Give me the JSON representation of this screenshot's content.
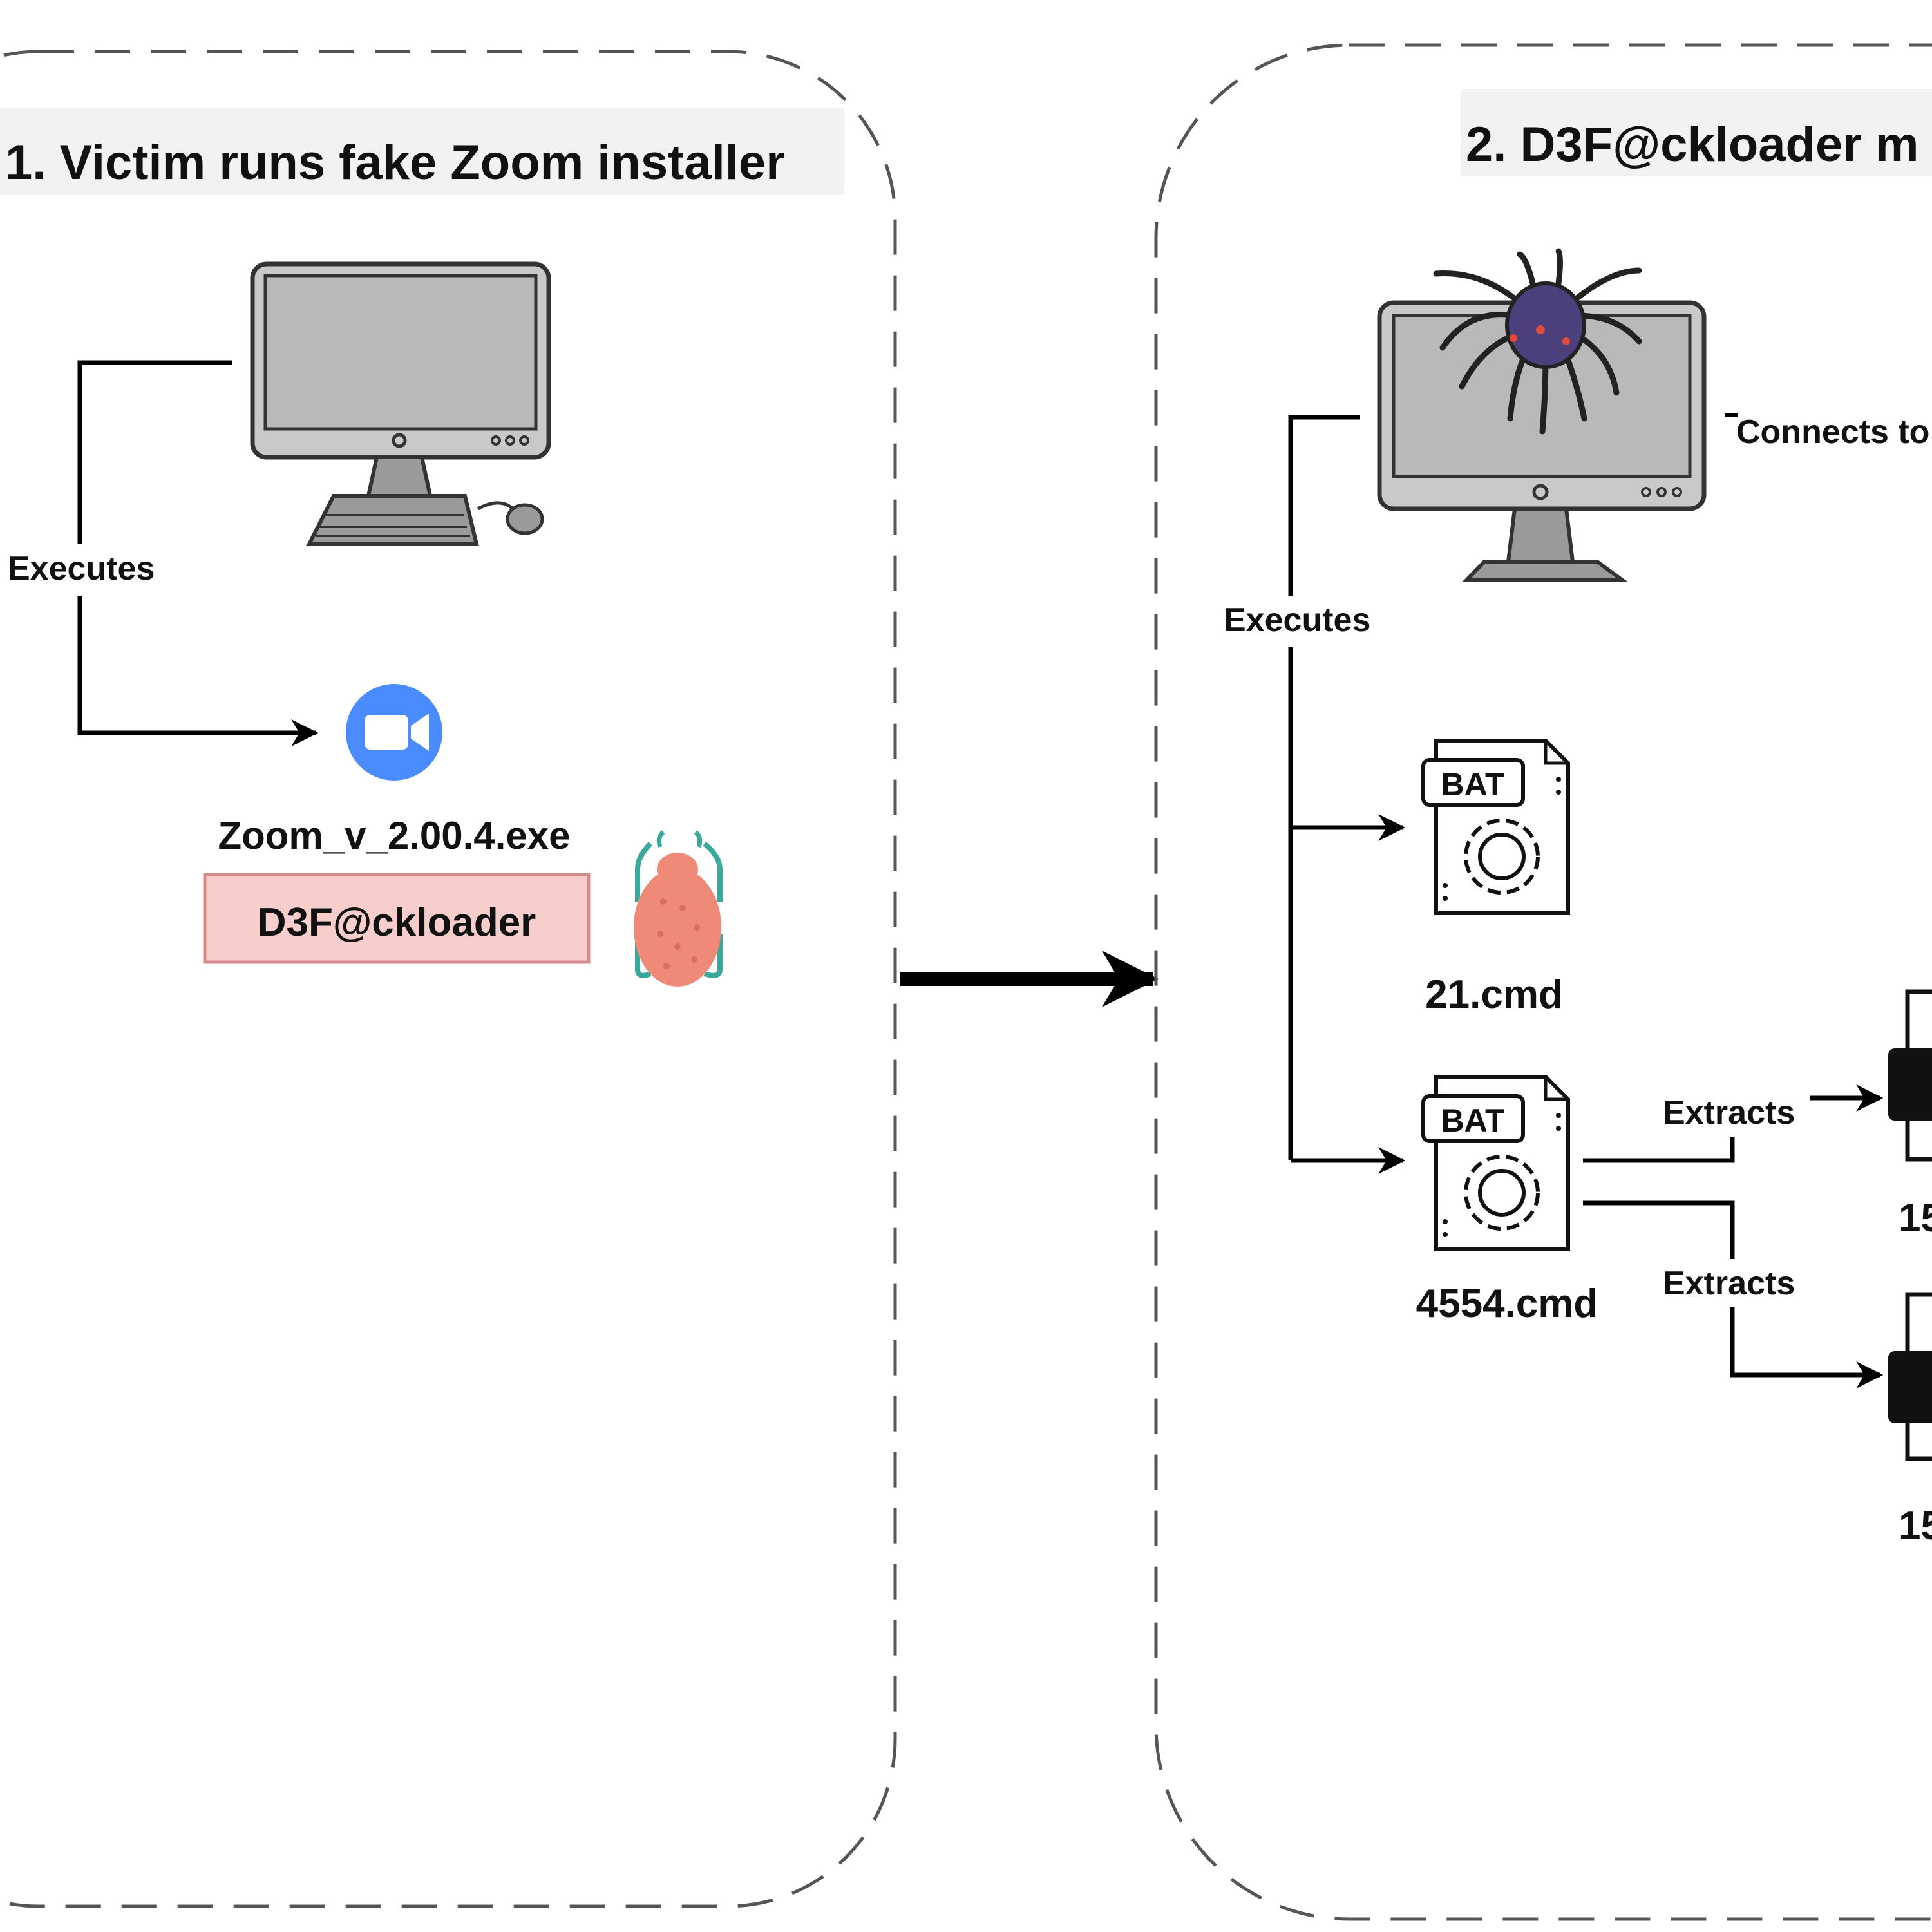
{
  "panel1": {
    "title": "1. Victim runs fake Zoom installer",
    "edge_label": "Executes",
    "exe_name": "Zoom_v_2.00.4.exe",
    "malware_tag": "D3F@ckloader"
  },
  "panel2": {
    "title": "2. D3F@ckloader m",
    "edge_executes": "Executes",
    "edge_connects": "Connects to",
    "file_bat_1": "21.cmd",
    "file_bat_2": "4554.cmd",
    "edge_extracts_1": "Extracts",
    "edge_extracts_2": "Extracts",
    "file_zip_1": "15",
    "file_zip_2": "15",
    "bat_badge": "BAT"
  },
  "icons": {
    "computer": "desktop-computer-icon",
    "infected_computer": "infected-computer-icon",
    "zoom": "zoom-video-icon",
    "bug": "malware-bug-icon",
    "bat": "bat-file-icon",
    "zip": "zip-archive-icon"
  },
  "colors": {
    "zoom_blue": "#4a8cff",
    "tag_fill": "#f8cecc",
    "tag_border": "#d58c8a",
    "bug_body": "#f08a78",
    "bug_legs": "#3aa89a",
    "spider_body": "#4b3f7c"
  }
}
